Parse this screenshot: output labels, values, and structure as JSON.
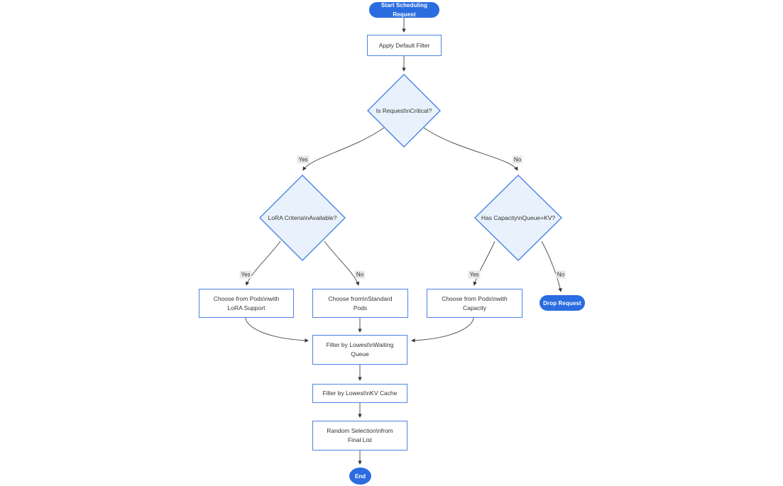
{
  "colors": {
    "canvas_bg": "#ffffff",
    "primary_fill": "#2b6ce0",
    "primary_text": "#ffffff",
    "rect_fill": "#ffffff",
    "rect_border": "#4d82e6",
    "diamond_fill": "#e9f2fc",
    "diamond_border": "#4d82e6",
    "edge_line": "#555555",
    "arrowhead": "#333333",
    "edge_label_bg": "#e8e8e8",
    "node_text": "#333333"
  },
  "nodes": {
    "start": {
      "label": "Start Scheduling Request"
    },
    "apply_filter": {
      "label": "Apply Default Filter"
    },
    "is_critical": {
      "label": "Is Request\\nCritical?"
    },
    "lora_criteria": {
      "label": "LoRA Criteria\\nAvailable?"
    },
    "has_capacity": {
      "label": "Has Capacity\\nQueue+KV?"
    },
    "choose_lora": {
      "line1": "Choose from Pods\\nwith",
      "line2": "LoRA Support"
    },
    "choose_standard": {
      "line1": "Choose from\\nStandard",
      "line2": "Pods"
    },
    "choose_capacity": {
      "line1": "Choose from Pods\\nwith",
      "line2": "Capacity"
    },
    "drop_request": {
      "label": "Drop Request"
    },
    "filter_queue": {
      "line1": "Filter by Lowest\\nWaiting",
      "line2": "Queue"
    },
    "filter_kv": {
      "label": "Filter by Lowest\\nKV Cache"
    },
    "random_selection": {
      "line1": "Random Selection\\nfrom",
      "line2": "Final List"
    },
    "end": {
      "label": "End"
    }
  },
  "edges": [
    {
      "from": "start",
      "to": "apply_filter",
      "label": ""
    },
    {
      "from": "apply_filter",
      "to": "is_critical",
      "label": ""
    },
    {
      "from": "is_critical",
      "to": "lora_criteria",
      "label": "Yes"
    },
    {
      "from": "is_critical",
      "to": "has_capacity",
      "label": "No"
    },
    {
      "from": "lora_criteria",
      "to": "choose_lora",
      "label": "Yes"
    },
    {
      "from": "lora_criteria",
      "to": "choose_standard",
      "label": "No"
    },
    {
      "from": "has_capacity",
      "to": "choose_capacity",
      "label": "Yes"
    },
    {
      "from": "has_capacity",
      "to": "drop_request",
      "label": "No"
    },
    {
      "from": "choose_lora",
      "to": "filter_queue",
      "label": ""
    },
    {
      "from": "choose_standard",
      "to": "filter_queue",
      "label": ""
    },
    {
      "from": "choose_capacity",
      "to": "filter_queue",
      "label": ""
    },
    {
      "from": "filter_queue",
      "to": "filter_kv",
      "label": ""
    },
    {
      "from": "filter_kv",
      "to": "random_selection",
      "label": ""
    },
    {
      "from": "random_selection",
      "to": "end",
      "label": ""
    }
  ]
}
